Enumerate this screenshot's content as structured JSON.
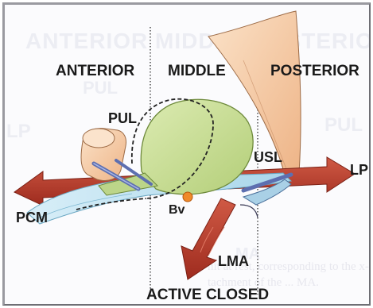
{
  "zones": {
    "anterior": "ANTERIOR",
    "middle": "MIDDLE",
    "posterior": "POSTERIOR"
  },
  "structures": {
    "pul": "PUL",
    "usl": "USL",
    "lp": "LP",
    "pcm": "PCM",
    "bv": "Bv",
    "lma": "LMA"
  },
  "caption": "ACTIVE CLOSED",
  "background_ghost": {
    "top_zones": "ANTERIOR MIDDLE POSTERIOR",
    "pul_left": "PUL",
    "pul_right": "PUL",
    "lp_left": "LP",
    "ma": "MA",
    "line1": "nit at rest, corresponding to the x-ray shown",
    "line2": "tachment of the ... MA."
  },
  "colors": {
    "peach": "#f6c9a0",
    "green": "#c6dc8f",
    "red_arrow": "#b83a2a",
    "blue_tissue": "#bfe3f2",
    "orange_dot": "#f08a2a"
  }
}
